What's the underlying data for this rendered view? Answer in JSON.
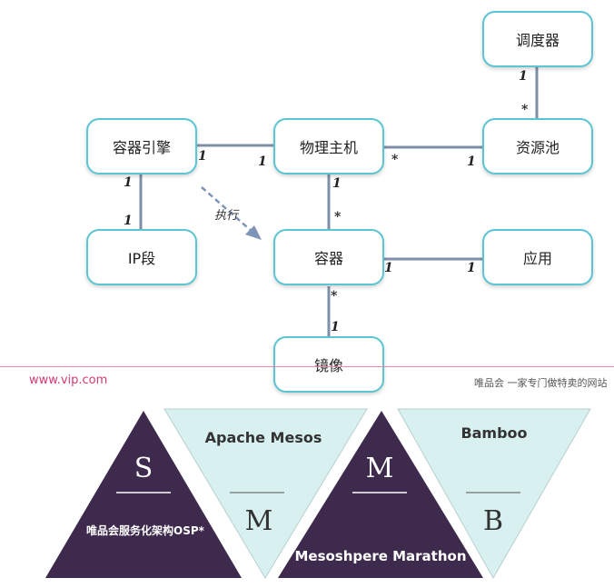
{
  "diagram": {
    "nodes": {
      "scheduler": "调度器",
      "engine": "容器引擎",
      "host": "物理主机",
      "pool": "资源池",
      "ip": "IP段",
      "container": "容器",
      "app": "应用",
      "image": "镜像"
    },
    "multiplicities": {
      "scheduler_pool_near_scheduler": "1",
      "scheduler_pool_near_pool": "*",
      "engine_host_near_engine": "1",
      "engine_host_near_host": "1",
      "host_pool_near_host": "*",
      "host_pool_near_pool": "1",
      "engine_ip_near_engine": "1",
      "engine_ip_near_ip": "1",
      "host_container_near_host": "1",
      "host_container_near_container": "*",
      "container_app_near_container": "1",
      "container_app_near_app": "1",
      "container_image_near_container": "*",
      "container_image_near_image": "1"
    },
    "exec_label": "执行"
  },
  "footer": {
    "site": "www.vip.com",
    "tagline": "唯品会 一家专门做特卖的网站"
  },
  "stack": {
    "s_letter": "S",
    "s_caption": "唯品会服务化架构OSP*",
    "m1_title": "Apache Mesos",
    "m1_letter": "M",
    "m2_letter": "M",
    "m2_caption": "Mesoshpere Marathon",
    "b_title": "Bamboo",
    "b_letter": "B"
  },
  "colors": {
    "node_border": "#5bc5d3",
    "line": "#7f8fa6",
    "dark_triangle": "#3d2a4c",
    "light_triangle": "#d8f0ef",
    "site_text": "#d33a73"
  }
}
